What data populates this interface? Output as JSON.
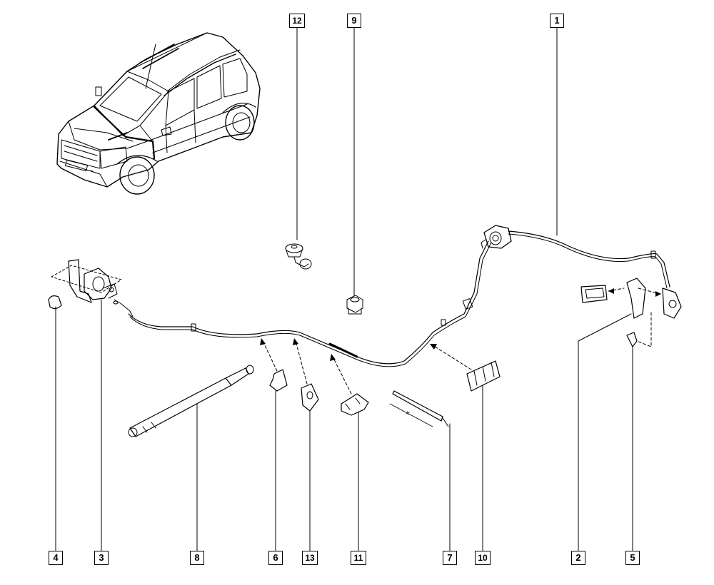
{
  "colors": {
    "line": "#000000",
    "background": "#ffffff"
  },
  "callouts": [
    {
      "id": "c12",
      "label": "12"
    },
    {
      "id": "c9",
      "label": "9"
    },
    {
      "id": "c1",
      "label": "1"
    },
    {
      "id": "c4",
      "label": "4"
    },
    {
      "id": "c3",
      "label": "3"
    },
    {
      "id": "c8",
      "label": "8"
    },
    {
      "id": "c6",
      "label": "6"
    },
    {
      "id": "c13",
      "label": "13"
    },
    {
      "id": "c11",
      "label": "11"
    },
    {
      "id": "c7",
      "label": "7"
    },
    {
      "id": "c10",
      "label": "10"
    },
    {
      "id": "c2",
      "label": "2"
    },
    {
      "id": "c5",
      "label": "5"
    }
  ],
  "dimension_mark": "x"
}
